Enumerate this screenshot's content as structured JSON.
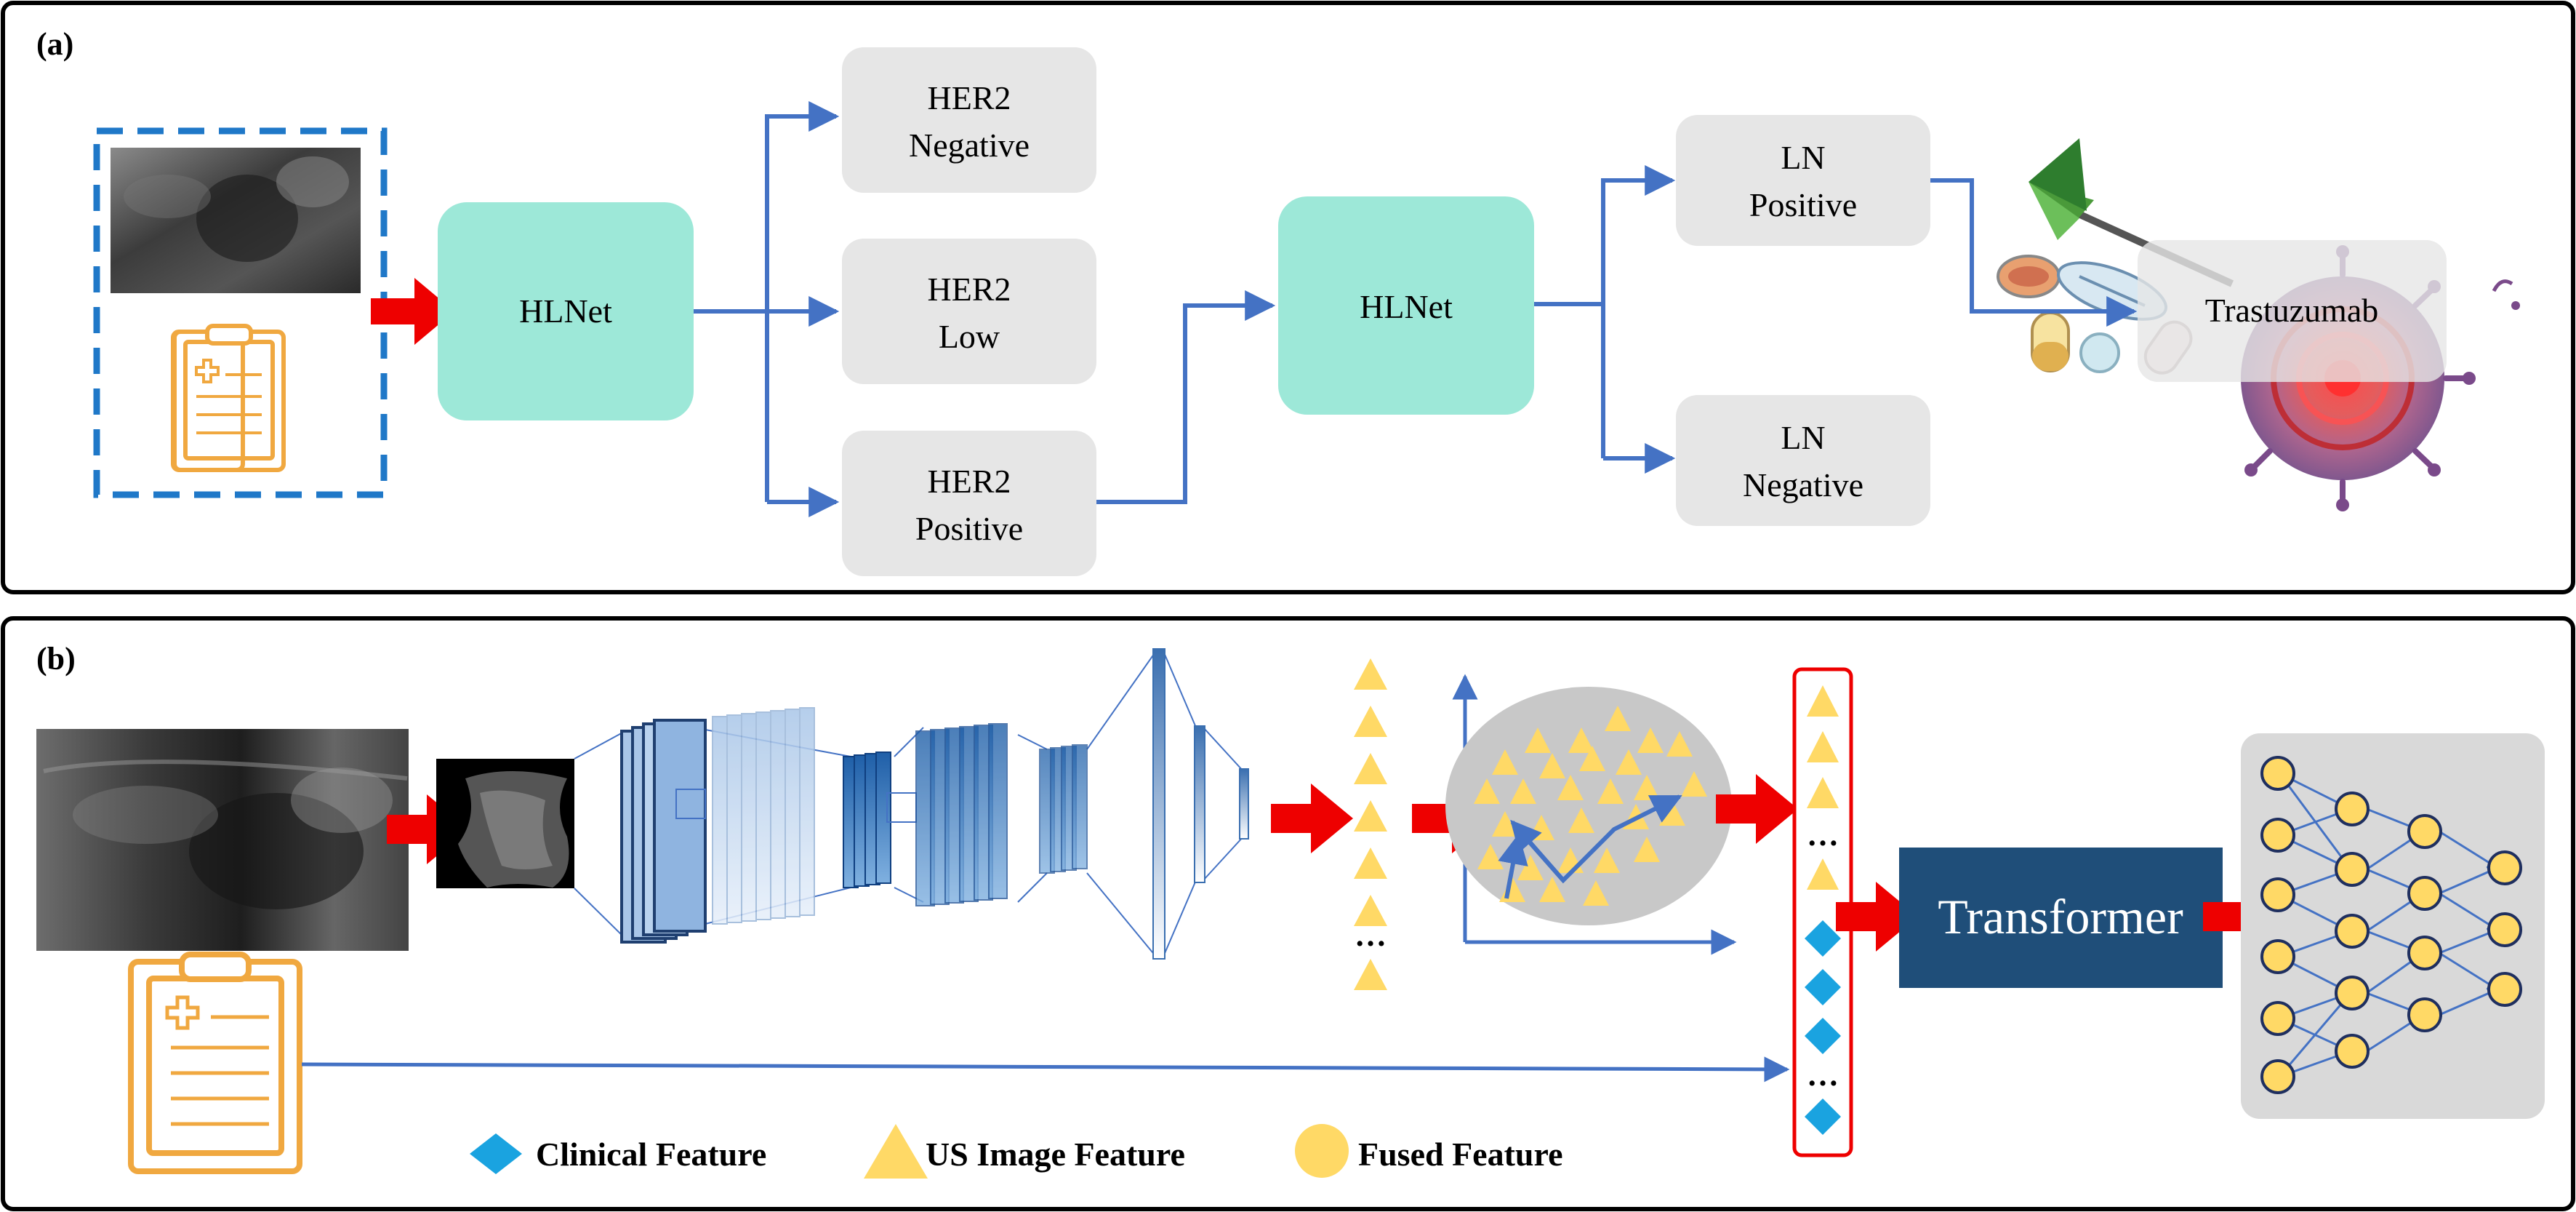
{
  "panel_a": {
    "label": "(a)",
    "model_1": "HLNet",
    "model_2": "HLNet",
    "her2_negative": [
      "HER2",
      "Negative"
    ],
    "her2_low": [
      "HER2",
      "Low"
    ],
    "her2_positive": [
      "HER2",
      "Positive"
    ],
    "ln_positive": [
      "LN",
      "Positive"
    ],
    "ln_negative": [
      "LN",
      "Negative"
    ],
    "drug": "Trastuzumab"
  },
  "panel_b": {
    "label": "(b)",
    "transformer": "Transformer",
    "ellipsis": "…",
    "legend": {
      "clinical": "Clinical Feature",
      "us_image": "US Image Feature",
      "fused": "Fused Feature"
    }
  },
  "colors": {
    "teal_box": "#9de8d8",
    "grey_box": "#e6e6e6",
    "arrow_blue": "#4472c4",
    "arrow_red": "#ee0000",
    "yellow": "#ffd966",
    "cyan": "#1aa3e0",
    "transformer_bg": "#1f4e79",
    "dashed_blue": "#1f78c8",
    "clipboard": "#f0a840"
  }
}
